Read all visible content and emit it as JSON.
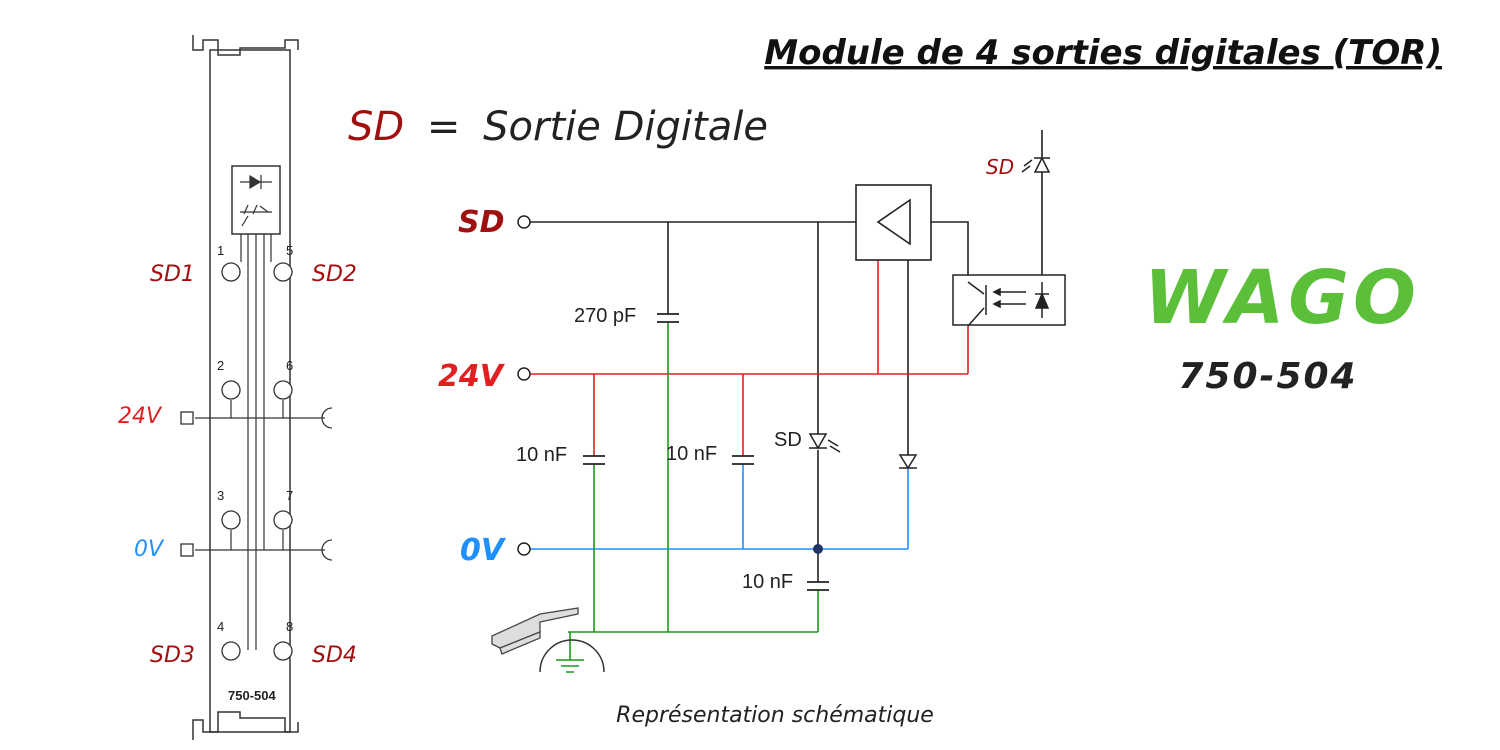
{
  "title": "Module de 4 sorties digitales (TOR)",
  "legend": {
    "abbr": "SD",
    "equals": "=",
    "meaning": "Sortie Digitale"
  },
  "caption": "Représentation schématique",
  "brand": {
    "logo_text": "WAGO",
    "model": "750-504",
    "logo_color": "#5cbf3a"
  },
  "module": {
    "label": "750-504",
    "pins": [
      "1",
      "2",
      "3",
      "4",
      "5",
      "6",
      "7",
      "8"
    ],
    "outputs": [
      "SD1",
      "SD2",
      "SD3",
      "SD4"
    ],
    "supply_24v": "24V",
    "supply_0v": "0V"
  },
  "schematic": {
    "terminal_sd": "SD",
    "terminal_24v": "24V",
    "terminal_0v": "0V",
    "cap_270pf": "270 pF",
    "cap_10nf": "10 nF",
    "led_label": "SD"
  },
  "colors": {
    "sd": "#a01010",
    "v24": "#e02020",
    "v0": "#1e90ff",
    "ground": "#1a9a1a",
    "line": "#222222"
  }
}
